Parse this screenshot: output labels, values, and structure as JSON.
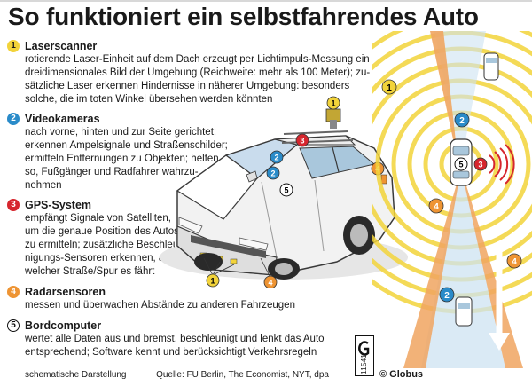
{
  "title": "So funktioniert ein selbstfahrendes Auto",
  "items": [
    {
      "num": "1",
      "color": "#f2d33a",
      "label": "Laserscanner",
      "lines": [
        "rotierende Laser-Einheit auf dem Dach erzeugt per Lichtimpuls-Messung ein",
        "dreidimensionales Bild der Umgebung (Reichweite: mehr als 100 Meter); zu-",
        "sätzliche Laser erkennen Hindernisse in näherer Umgebung: besonders",
        "solche, die im toten Winkel übersehen werden könnten"
      ]
    },
    {
      "num": "2",
      "color": "#2a8bc9",
      "label": "Videokameras",
      "lines": [
        "nach vorne, hinten und zur Seite gerichtet;",
        "erkennen Ampelsignale und Straßenschilder;",
        "ermitteln Entfernungen zu Objekten; helfen",
        "so, Fußgänger und Radfahrer wahrzu-",
        "nehmen"
      ]
    },
    {
      "num": "3",
      "color": "#d6262e",
      "label": "GPS-System",
      "lines": [
        "empfängt Signale von Satelliten,",
        "um die genaue Position des Autos",
        "zu ermitteln; zusätzliche Beschleu-",
        "nigungs-Sensoren erkennen, auf",
        "welcher Straße/Spur es fährt"
      ]
    },
    {
      "num": "4",
      "color": "#ee9433",
      "label": "Radarsensoren",
      "lines": [
        "messen und überwachen Abstände zu anderen Fahrzeugen"
      ]
    },
    {
      "num": "5",
      "color": "#ffffff",
      "label": "Bordcomputer",
      "lines": [
        "wertet alle Daten aus und bremst, beschleunigt und lenkt das Auto",
        "entsprechend; Software kennt und berücksichtigt Verkehrsregeln"
      ]
    }
  ],
  "footer": {
    "note": "schematische Darstellung",
    "source": "Quelle: FU Berlin, The Economist, NYT, dpa",
    "graphic_number": "11541",
    "brand": "© Globus"
  },
  "diagram_markers": {
    "one": "1",
    "two": "2",
    "three": "3",
    "four": "4",
    "five": "5"
  },
  "colors": {
    "laser_ring": "#f2d33a",
    "radar_beam": "#f0a560",
    "camera_beam": "#cde3f2",
    "gps": "#d6262e",
    "camera": "#2a8bc9"
  }
}
